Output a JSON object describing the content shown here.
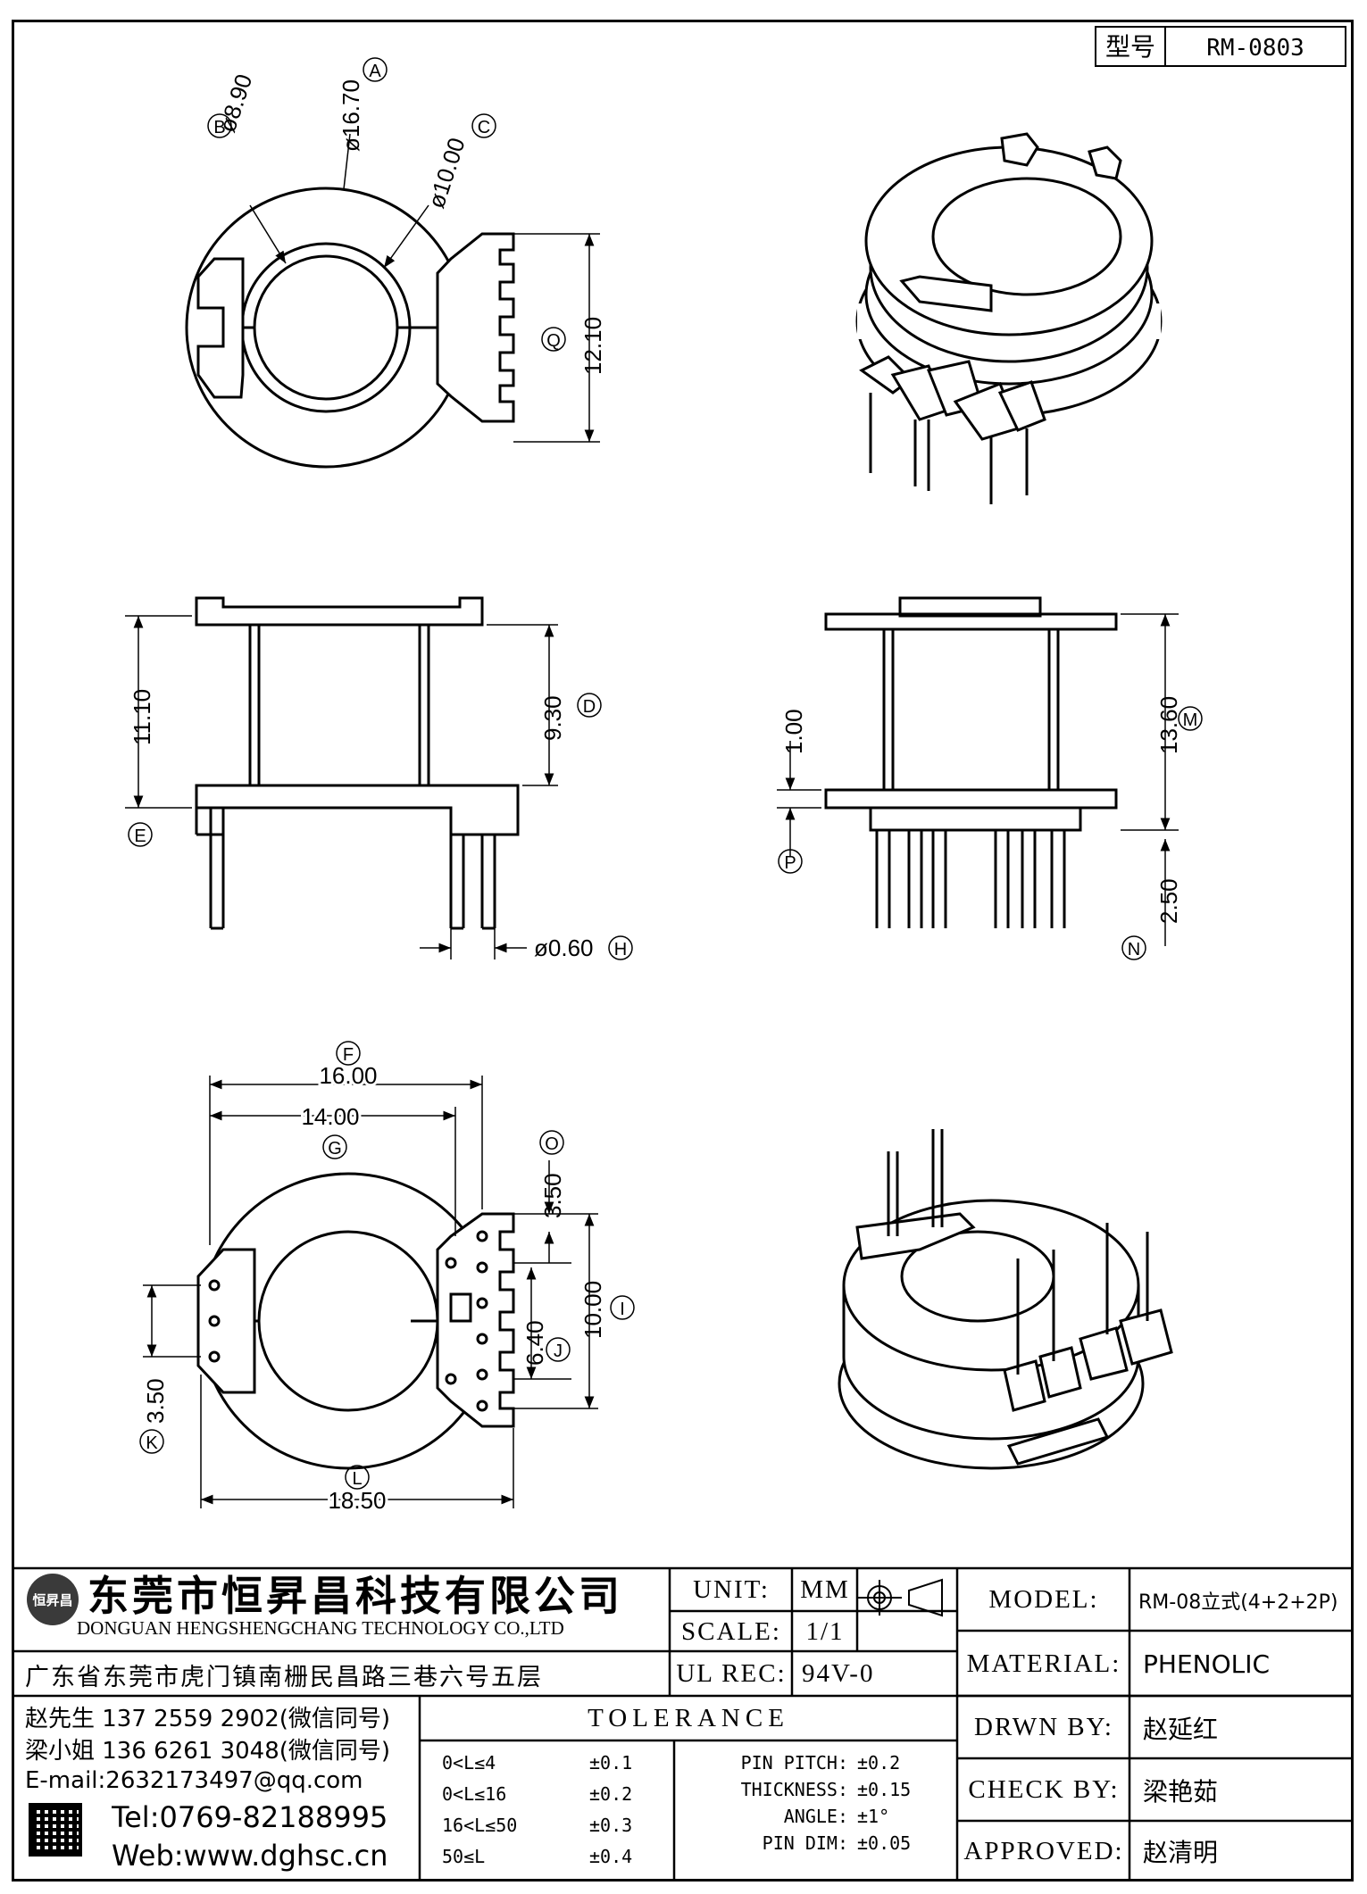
{
  "model_box": {
    "label": "型号",
    "value": "RM-0803"
  },
  "top_view": {
    "dims": {
      "A": {
        "value": "ø16.70",
        "callout": "A"
      },
      "B": {
        "value": "ø8.90",
        "callout": "B"
      },
      "C": {
        "value": "ø10.00",
        "callout": "C"
      },
      "Q": {
        "value": "12.10",
        "callout": "Q"
      }
    }
  },
  "side_view_left": {
    "dims": {
      "overall": {
        "value": "11.10"
      },
      "D": {
        "value": "9.30",
        "callout": "D"
      },
      "E": {
        "callout": "E"
      },
      "H": {
        "value": "ø0.60",
        "callout": "H"
      }
    }
  },
  "side_view_right": {
    "dims": {
      "P": {
        "value": "1.00",
        "callout": "P"
      },
      "M": {
        "value": "13.60",
        "callout": "M"
      },
      "N": {
        "value": "2.50",
        "callout": "N"
      }
    }
  },
  "bottom_view": {
    "dims": {
      "F": {
        "value": "16.00",
        "callout": "F"
      },
      "G": {
        "value": "14.00",
        "callout": "G"
      },
      "O": {
        "value": "3.50",
        "callout": "O"
      },
      "J": {
        "value": "6.40",
        "callout": "J"
      },
      "I": {
        "value": "10.00",
        "callout": "I"
      },
      "K": {
        "value": "3.50",
        "callout": "K"
      },
      "L": {
        "value": "18.50",
        "callout": "L"
      }
    }
  },
  "title_block": {
    "company_cn": "东莞市恒昇昌科技有限公司",
    "company_en": "DONGUAN HENGSHENGCHANG TECHNOLOGY CO.,LTD",
    "address": "广东省东莞市虎门镇南栅民昌路三巷六号五层",
    "logo_text": "恒昇昌",
    "contacts": [
      "赵先生 137 2559 2902(微信同号)",
      "梁小姐 136 6261 3048(微信同号)",
      "E-mail:2632173497@qq.com"
    ],
    "tel": "Tel:0769-82188995",
    "web": "Web:www.dghsc.cn",
    "unit_label": "UNIT:",
    "unit_value": "MM",
    "scale_label": "SCALE:",
    "scale_value": "1/1",
    "ulrec_label": "UL REC:",
    "ulrec_value": "94V-0",
    "tolerance_title": "TOLERANCE",
    "tolerances": [
      {
        "range": "0<L≤4",
        "value": "±0.1"
      },
      {
        "range": "0<L≤16",
        "value": "±0.2"
      },
      {
        "range": "16<L≤50",
        "value": "±0.3"
      },
      {
        "range": "50≤L",
        "value": "±0.4"
      }
    ],
    "pin_specs": [
      {
        "label": "PIN PITCH:",
        "value": "±0.2"
      },
      {
        "label": "THICKNESS:",
        "value": "±0.15"
      },
      {
        "label": "ANGLE:",
        "value": "±1°"
      },
      {
        "label": "PIN DIM:",
        "value": "±0.05"
      }
    ],
    "fields": [
      {
        "label": "MODEL:",
        "value": "RM-08立式(4+2+2P)"
      },
      {
        "label": "MATERIAL:",
        "value": "PHENOLIC"
      },
      {
        "label": "DRWN BY:",
        "value": "赵延红"
      },
      {
        "label": "CHECK BY:",
        "value": "梁艳茹"
      },
      {
        "label": "APPROVED:",
        "value": "赵清明"
      }
    ]
  }
}
